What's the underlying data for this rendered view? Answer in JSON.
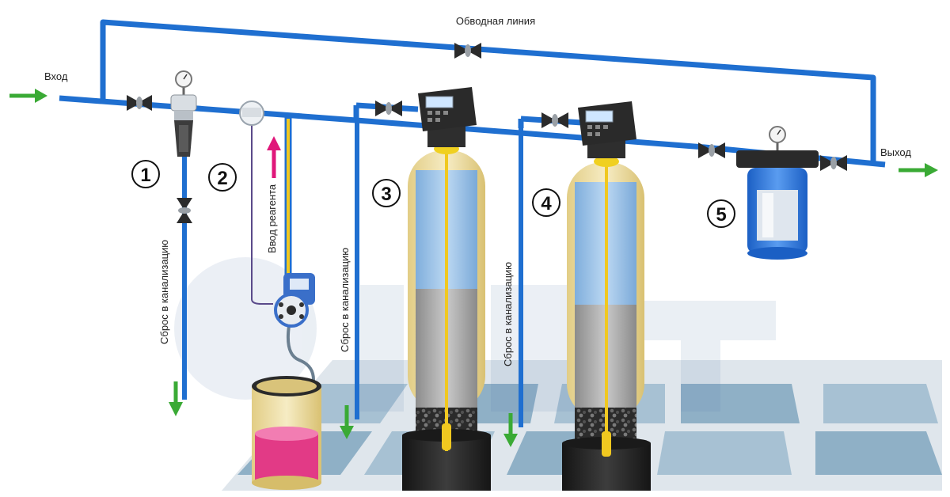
{
  "labels": {
    "inlet": "Вход",
    "outlet": "Выход",
    "bypass": "Обводная линия",
    "reagent_input": "Ввод реагента",
    "drain_1": "Сброс в канализацию",
    "drain_2": "Сброс в канализацию",
    "drain_3": "Сброс в канализацию"
  },
  "stages": [
    "1",
    "2",
    "3",
    "4",
    "5"
  ],
  "colors": {
    "pipe": "#1f6fd0",
    "arrow": "#3aaa35",
    "reagent_arrow": "#e0177a",
    "vessel_shell": "#e9d79a",
    "vessel_base": "#262626",
    "water": "#9cc4ea",
    "reagent_liquid": "#e23a86",
    "floor_tile": "#8fb0c6"
  }
}
